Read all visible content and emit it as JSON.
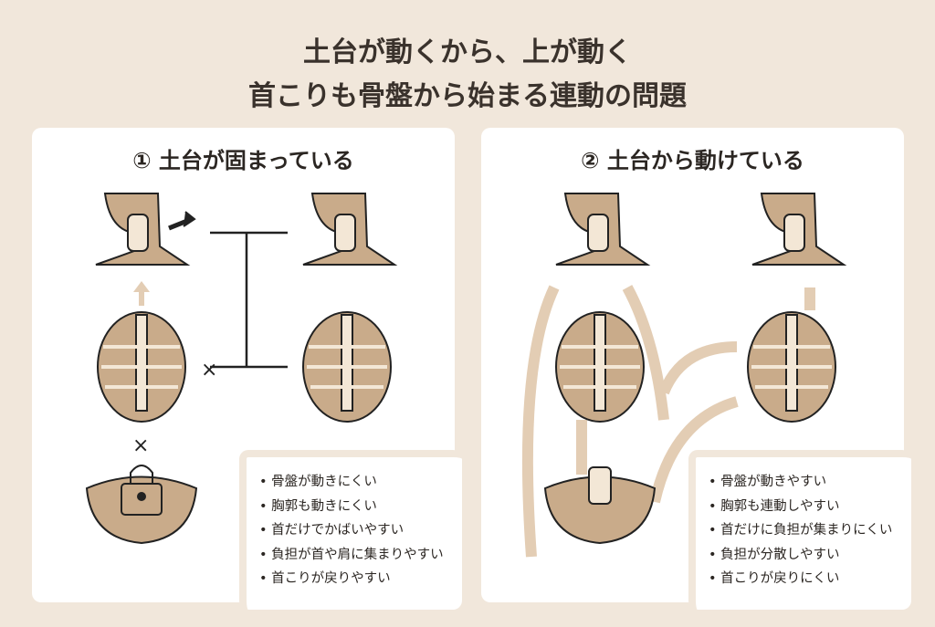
{
  "title": {
    "line1": "土台が動くから、上が動く",
    "line2": "首こりも骨盤から始まる連動の問題"
  },
  "panel1": {
    "title": "① 土台が固まっている",
    "items": [
      "骨盤が動きにくい",
      "胸郭も動きにくい",
      "首だけでかばいやすい",
      "負担が首や肩に集まりやすい",
      "首こりが戻りやすい"
    ],
    "mark": "×"
  },
  "panel2": {
    "title": "② 土台から動けている",
    "items": [
      "骨盤が動きやすい",
      "胸郭も連動しやすい",
      "首だけに負担が集まりにくい",
      "負担が分散しやすい",
      "首こりが戻りにくい"
    ]
  },
  "colors": {
    "bone": "#c9ab8a",
    "arrow": "#e3cdb4",
    "bg": "#f1e7db"
  }
}
